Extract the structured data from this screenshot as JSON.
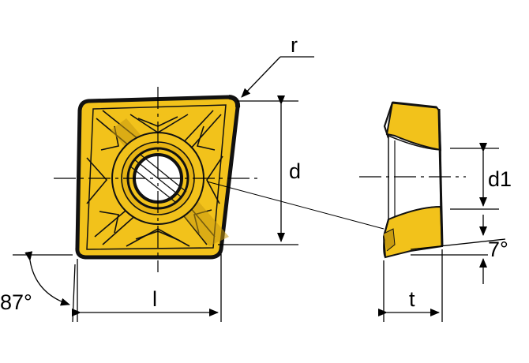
{
  "labels": {
    "r": "r",
    "d": "d",
    "l": "l",
    "d1": "d1",
    "t": "t",
    "angle_87": "87°",
    "angle_7": "7°"
  },
  "colors": {
    "insert_fill": "#f2c21b",
    "insert_shadow": "#c89b10",
    "outline": "#111111",
    "background": "#ffffff"
  }
}
